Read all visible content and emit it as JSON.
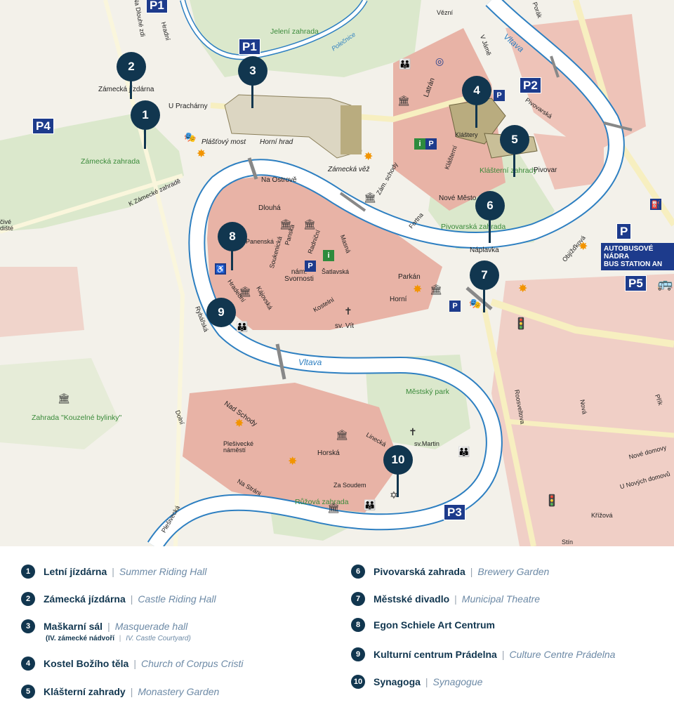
{
  "parking": [
    "P1",
    "P1",
    "P2",
    "P3",
    "P4",
    "P5",
    "P"
  ],
  "bus_station": {
    "line1": "AUTOBUSOVÉ NÁDRA",
    "line2": "BUS STATION AN"
  },
  "river_labels": [
    "Vltava",
    "Vltava",
    "Polečnice"
  ],
  "park_labels": [
    "Jelení zahrada",
    "Zámecká zahrada",
    "Klášterní zahrady",
    "Pivovarská zahrada",
    "Městský park",
    "Růžová zahrada",
    "Zahrada \"Kouzelné bylinky\""
  ],
  "place_labels": [
    "Zámecká jízdárna",
    "U Prachárny",
    "Plášťový most",
    "Horní hrad",
    "Zámecká věž",
    "Na Ostrově",
    "Dlouhá",
    "Panenská",
    "Soukenická",
    "Panská",
    "Radniční",
    "Masná",
    "nám. Svornosti",
    "Šatlavská",
    "Kostelní",
    "sv. Vít",
    "Parkán",
    "Horní",
    "Hradební",
    "Kájovská",
    "Rybářská",
    "Latrán",
    "Kláštery",
    "Klášterní",
    "Fortna",
    "Nové Město",
    "Pivovar",
    "Náplavka",
    "Objížďková",
    "Pivovarská",
    "Nad Schody",
    "Plešivecké náměstí",
    "Horská",
    "Linecká",
    "sv.Martin",
    "Za Soudem",
    "Na Stráni",
    "Plešivecká",
    "Roosveltova",
    "Nová",
    "Nové domovy",
    "U Nových domovů",
    "Křížová",
    "Dolní",
    "Hradní",
    "Na Dlouhé zdi",
    "K Zámecké zahradě",
    "Zám. schody",
    "Vězní",
    "V Jámě",
    "Porák",
    "Pivovarská",
    "Přík",
    "Stín",
    "čivé dišté"
  ],
  "pins": [
    "1",
    "2",
    "3",
    "4",
    "5",
    "6",
    "7",
    "8",
    "9",
    "10"
  ],
  "legend": [
    {
      "num": "1",
      "cz": "Letní jízdárna",
      "en": "Summer Riding Hall"
    },
    {
      "num": "2",
      "cz": "Zámecká jízdárna",
      "en": "Castle Riding Hall"
    },
    {
      "num": "3",
      "cz": "Maškarní sál",
      "en": "Masquerade hall",
      "sub_cz": "(IV. zámecké nádvoří",
      "sub_en": "IV. Castle Courtyard)"
    },
    {
      "num": "4",
      "cz": "Kostel Božího těla",
      "en": "Church of Corpus Cristi"
    },
    {
      "num": "5",
      "cz": "Klášterní zahrady",
      "en": "Monastery Garden"
    },
    {
      "num": "6",
      "cz": "Pivovarská zahrada",
      "en": "Brewery Garden"
    },
    {
      "num": "7",
      "cz": "Městské divadlo",
      "en": "Municipal Theatre"
    },
    {
      "num": "8",
      "cz": "Egon Schiele Art Centrum",
      "en": ""
    },
    {
      "num": "9",
      "cz": "Kulturní centrum Prádelna",
      "en": "Culture Centre Prádelna"
    },
    {
      "num": "10",
      "cz": "Synagoga",
      "en": "Synagogue"
    }
  ],
  "colors": {
    "marker": "#11364f",
    "parking": "#1d3b8c",
    "river": "#ffffff",
    "river_edge": "#2d7fc1",
    "buildings": "#e8b3a6",
    "parks": "#dbe8cc",
    "sun": "#f29400"
  }
}
